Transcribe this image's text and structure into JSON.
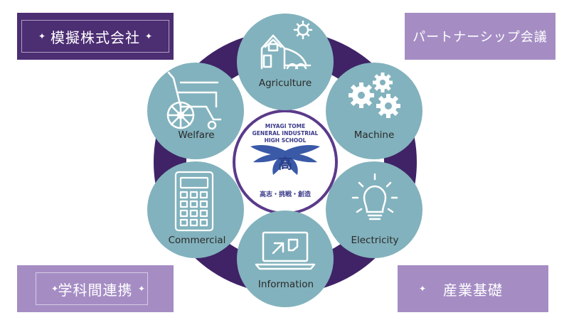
{
  "corners": {
    "top_left": "模擬株式会社",
    "top_right": "パートナーシップ会議",
    "bottom_left": "学科間連携",
    "bottom_right": "産業基礎"
  },
  "center": {
    "school_line1": "MIYAGI TOME",
    "school_line2": "GENERAL INDUSTRIAL",
    "school_line3": "HIGH SCHOOL",
    "emblem_char": "高",
    "motto": "高志・挑戦・創造"
  },
  "nodes": [
    {
      "id": "agriculture",
      "label": "Agriculture",
      "icon": "barn-icon"
    },
    {
      "id": "machine",
      "label": "Machine",
      "icon": "gears-icon"
    },
    {
      "id": "electricity",
      "label": "Electricity",
      "icon": "lightbulb-icon"
    },
    {
      "id": "information",
      "label": "Information",
      "icon": "computer-icon"
    },
    {
      "id": "commercial",
      "label": "Commercial",
      "icon": "calculator-icon"
    },
    {
      "id": "welfare",
      "label": "Welfare",
      "icon": "wheelchair-icon"
    }
  ],
  "colors": {
    "ring": "#3f2366",
    "node": "#82b2bd",
    "dark_box": "#4c2e73",
    "light_box": "#a58dc4",
    "center_border": "#5b3a8a"
  }
}
